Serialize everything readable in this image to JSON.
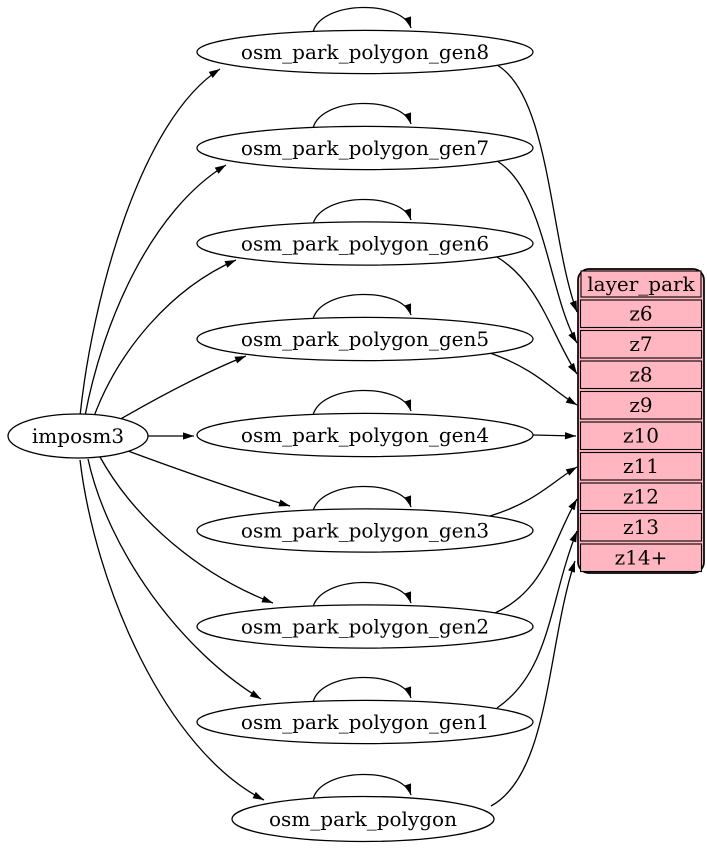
{
  "colors": {
    "background": "#ffffff",
    "node_fill": "#ffffff",
    "edge_stroke": "#000000",
    "text": "#000000",
    "record_fill": "#ffb6c1"
  },
  "source_node": {
    "label": "imposm3"
  },
  "table_nodes": [
    {
      "label": "osm_park_polygon_gen8",
      "self_loop": true,
      "maps_to_row": "z6"
    },
    {
      "label": "osm_park_polygon_gen7",
      "self_loop": true,
      "maps_to_row": "z7"
    },
    {
      "label": "osm_park_polygon_gen6",
      "self_loop": true,
      "maps_to_row": "z8"
    },
    {
      "label": "osm_park_polygon_gen5",
      "self_loop": true,
      "maps_to_row": "z9"
    },
    {
      "label": "osm_park_polygon_gen4",
      "self_loop": true,
      "maps_to_row": "z10"
    },
    {
      "label": "osm_park_polygon_gen3",
      "self_loop": true,
      "maps_to_row": "z11"
    },
    {
      "label": "osm_park_polygon_gen2",
      "self_loop": true,
      "maps_to_row": "z12"
    },
    {
      "label": "osm_park_polygon_gen1",
      "self_loop": true,
      "maps_to_row": "z13"
    },
    {
      "label": "osm_park_polygon",
      "self_loop": true,
      "maps_to_row": "z14+"
    }
  ],
  "record_node": {
    "title": "layer_park",
    "rows": [
      "z6",
      "z7",
      "z8",
      "z9",
      "z10",
      "z11",
      "z12",
      "z13",
      "z14+"
    ]
  }
}
